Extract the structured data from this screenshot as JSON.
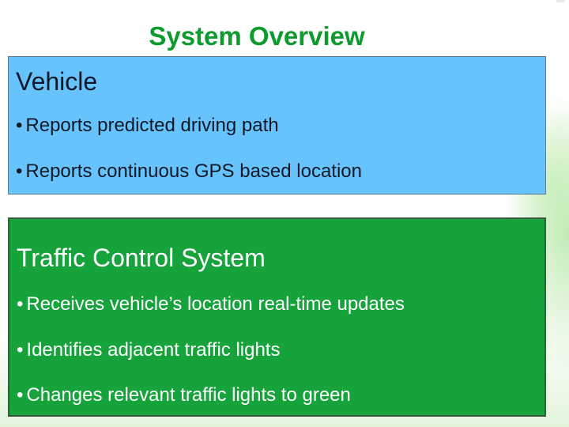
{
  "slide": {
    "title": "System Overview"
  },
  "vehicle_panel": {
    "heading": "Vehicle",
    "bullets": [
      "Reports predicted driving path",
      "Reports  continuous GPS  based location"
    ],
    "background_color": "#66c3fb"
  },
  "traffic_panel": {
    "heading": "Traffic Control System",
    "bullets": [
      "Receives vehicle’s location real-time updates",
      "Identifies adjacent traffic lights",
      "Changes relevant traffic lights to green"
    ],
    "background_color": "#17a33b"
  },
  "colors": {
    "title": "#0c9b2c",
    "vehicle_text": "#101828",
    "traffic_text": "#ffffff"
  },
  "bullet_symbol": "•"
}
